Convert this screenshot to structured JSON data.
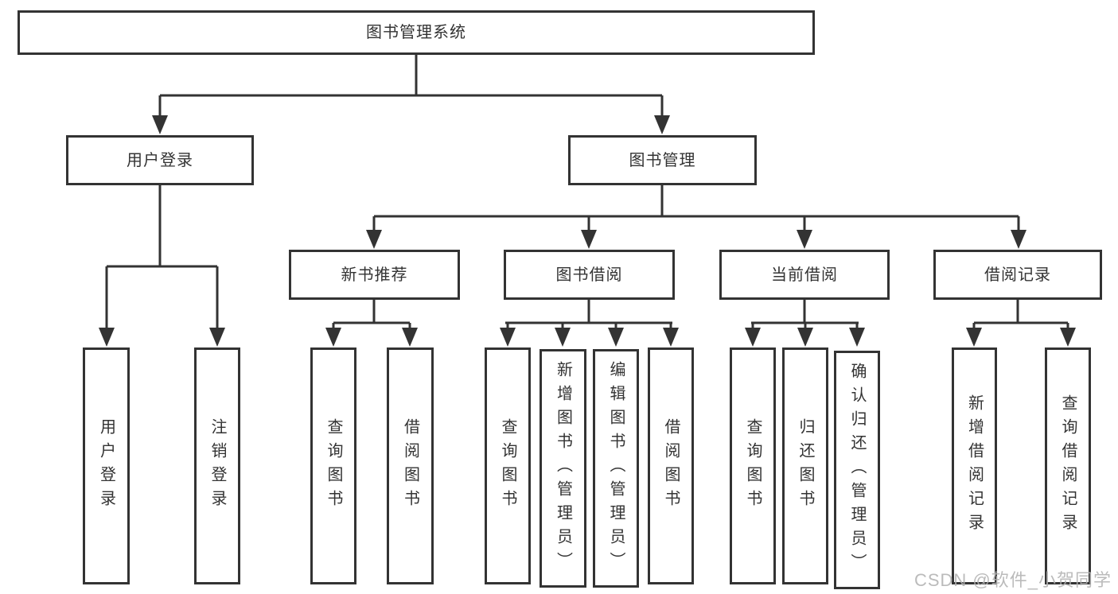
{
  "diagram": {
    "root": {
      "label": "图书管理系统"
    },
    "branches": [
      {
        "label": "用户登录",
        "children": [
          {
            "label": "用户登录"
          },
          {
            "label": "注销登录"
          }
        ]
      },
      {
        "label": "图书管理",
        "children": [
          {
            "label": "新书推荐",
            "children": [
              {
                "label": "查询图书"
              },
              {
                "label": "借阅图书"
              }
            ]
          },
          {
            "label": "图书借阅",
            "children": [
              {
                "label": "查询图书"
              },
              {
                "label": "新增图书（管理员）"
              },
              {
                "label": "编辑图书（管理员）"
              },
              {
                "label": "借阅图书"
              }
            ]
          },
          {
            "label": "当前借阅",
            "children": [
              {
                "label": "查询图书"
              },
              {
                "label": "归还图书"
              },
              {
                "label": "确认归还（管理员）"
              }
            ]
          },
          {
            "label": "借阅记录",
            "children": [
              {
                "label": "新增借阅记录"
              },
              {
                "label": "查询借阅记录"
              }
            ]
          }
        ]
      }
    ]
  },
  "watermark": {
    "text": "CSDN @软件_小贺同学"
  },
  "colors": {
    "line": "#333333",
    "text": "#333333",
    "background": "#ffffff",
    "watermark": "#b2b2b2"
  }
}
